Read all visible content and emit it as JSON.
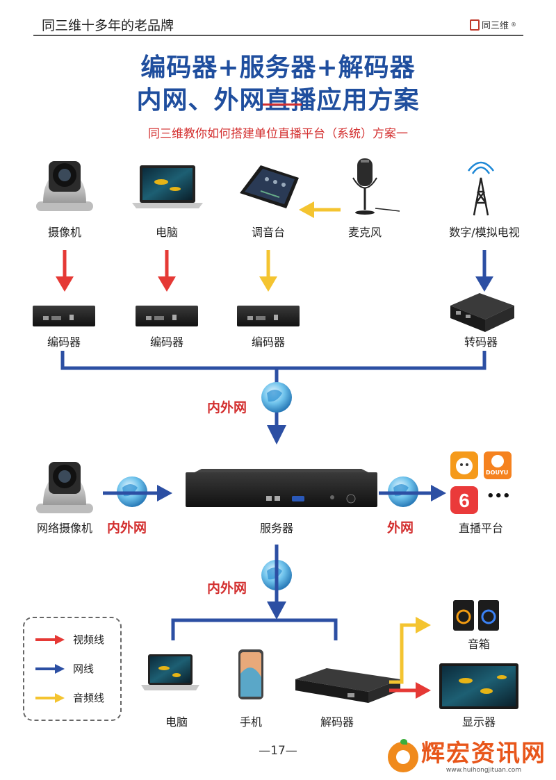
{
  "header": {
    "brand_slogan": "同三维十多年的老品牌",
    "brand_name": "同三维",
    "registered": "®"
  },
  "title": {
    "line1": "编码器+服务器+解码器",
    "line2": "内网、外网直播应用方案",
    "subtitle": "同三维教你如何搭建单位直播平台（系统）方案一"
  },
  "sources": {
    "camera": "摄像机",
    "computer": "电脑",
    "mixer": "调音台",
    "microphone": "麦克风",
    "tv": "数字/模拟电视"
  },
  "devices": {
    "encoder1": "编码器",
    "encoder2": "编码器",
    "encoder3": "编码器",
    "transcoder": "转码器",
    "network_camera": "网络摄像机",
    "server": "服务器",
    "live_platform": "直播平台",
    "computer2": "电脑",
    "phone": "手机",
    "decoder": "解码器",
    "speaker": "音箱",
    "display": "显示器"
  },
  "network_labels": {
    "top": "内外网",
    "left": "内外网",
    "right": "外网",
    "bottom": "内外网"
  },
  "legend": {
    "video": "视频线",
    "network": "网线",
    "audio": "音频线"
  },
  "platform_more": "•••",
  "douyu_text": "DOUYU",
  "page_number": "—17—",
  "watermark": {
    "title": "辉宏资讯网",
    "url": "www.huihongjituan.com"
  },
  "colors": {
    "video": "#e53935",
    "network": "#2c4fa3",
    "audio": "#f4c430",
    "title": "#1f4e9e",
    "accent": "#d32f2f"
  }
}
